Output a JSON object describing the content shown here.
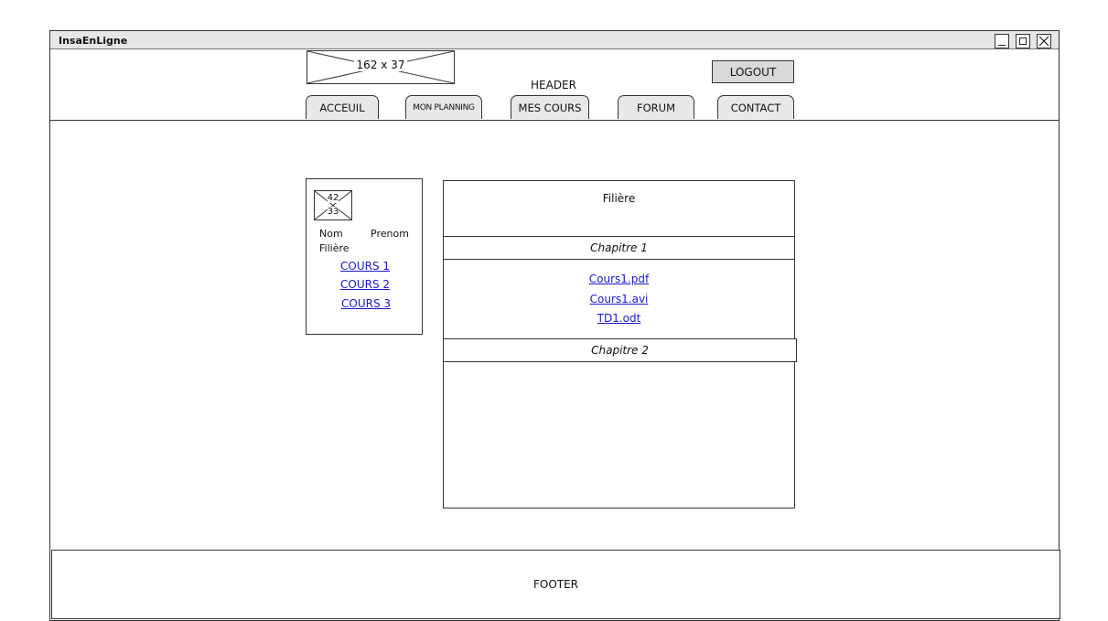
{
  "window": {
    "title": "InsaEnLigne",
    "controls": [
      "minimize-icon",
      "maximize-icon",
      "close-icon"
    ]
  },
  "header": {
    "logo_placeholder": "162 x 37",
    "label": "HEADER",
    "logout_label": "LOGOUT",
    "nav": {
      "accueil": "ACCEUIL",
      "planning": "MON PLANNING",
      "cours": "MES COURS",
      "forum": "FORUM",
      "contact": "CONTACT"
    }
  },
  "sidebar": {
    "avatar": {
      "w": "42",
      "h": "33"
    },
    "nom": "Nom",
    "prenom": "Prenom",
    "filiere": "Filière",
    "courses": [
      "COURS 1",
      "COURS 2",
      "COURS 3"
    ]
  },
  "main": {
    "title": "Filière",
    "chapters": [
      {
        "label": "Chapitre 1",
        "files": [
          "Cours1.pdf",
          "Cours1.avi",
          "TD1.odt"
        ]
      },
      {
        "label": "Chapitre 2",
        "files": []
      }
    ]
  },
  "footer": {
    "label": "FOOTER"
  },
  "colors": {
    "link": "#1a1acc",
    "button_fill": "#e8e8e8",
    "logout_fill": "#d9d9d9",
    "titlebar": "#e6e6e6"
  }
}
